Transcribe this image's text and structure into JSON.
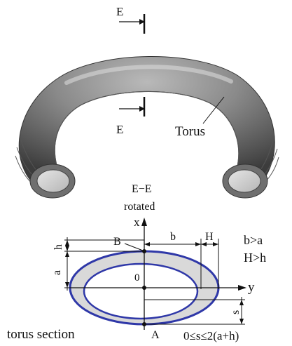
{
  "top": {
    "section_mark_top": "E",
    "section_mark_bottom": "E",
    "torus_label": "Torus"
  },
  "section": {
    "title_line1": "E−E",
    "title_line2": "rotated",
    "axis_x": "x",
    "axis_y": "y",
    "origin": "0",
    "point_b": "B",
    "point_a": "A",
    "dim_h": "h",
    "dim_a": "a",
    "dim_b": "b",
    "dim_H": "H",
    "dim_s": "s",
    "cond1": "b>a",
    "cond2": "H>h",
    "range": "0≤s≤2(a+h)",
    "caption": "torus section"
  },
  "colors": {
    "ring_fill": "#d9d9d9",
    "ring_stroke": "#2f38a8",
    "torus_body": "#8a8a8a"
  }
}
